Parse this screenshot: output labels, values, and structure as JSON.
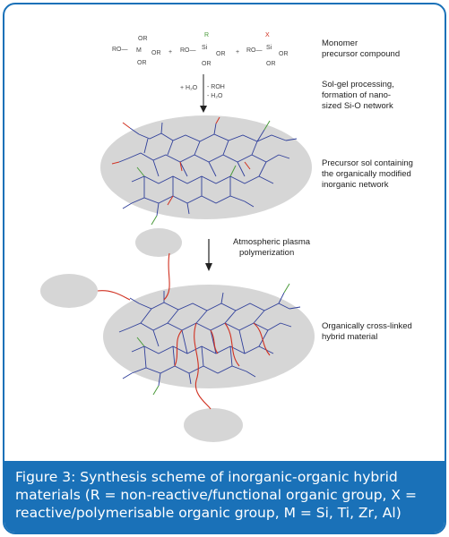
{
  "figure": {
    "steps": [
      {
        "name": "monomer",
        "lines": [
          "Monomer",
          "precursor compound"
        ]
      },
      {
        "name": "sol-gel",
        "lines": [
          "Sol-gel processing,",
          "formation of  nano-",
          "sized Si-O network"
        ]
      },
      {
        "name": "precursor-sol",
        "lines": [
          "Precursor sol containing",
          "the organically modified",
          "inorganic network"
        ]
      },
      {
        "name": "plasma",
        "lines": [
          "Atmospheric plasma",
          "polymerization"
        ]
      },
      {
        "name": "hybrid",
        "lines": [
          "Organically cross-linked",
          "hybrid material"
        ]
      }
    ],
    "reaction": {
      "reagents": "+ H₂O",
      "byproducts": [
        "- ROH",
        "- H₂O"
      ]
    },
    "monomers": {
      "m": {
        "center": "M",
        "subs": [
          "RO—",
          "OR",
          "OR",
          "OR"
        ]
      },
      "r": {
        "top": "R",
        "center": "Si",
        "subs": [
          "RO—",
          "OR",
          "OR"
        ]
      },
      "x": {
        "top": "X",
        "center": "Si",
        "subs": [
          "RO—",
          "OR",
          "OR"
        ]
      },
      "plus": "+"
    },
    "colors": {
      "network": "#2f3f9a",
      "R": "#4a9a3a",
      "X": "#d03020",
      "ellipse": "#d6d6d6",
      "frame": "#1a71b8"
    }
  },
  "caption": {
    "lines": [
      "Figure 3: Synthesis scheme of inorganic-organic hybrid",
      "materials (R = non-reactive/functional organic group, X =",
      "reactive/polymerisable organic group, M =  Si, Ti, Zr, Al)"
    ]
  }
}
